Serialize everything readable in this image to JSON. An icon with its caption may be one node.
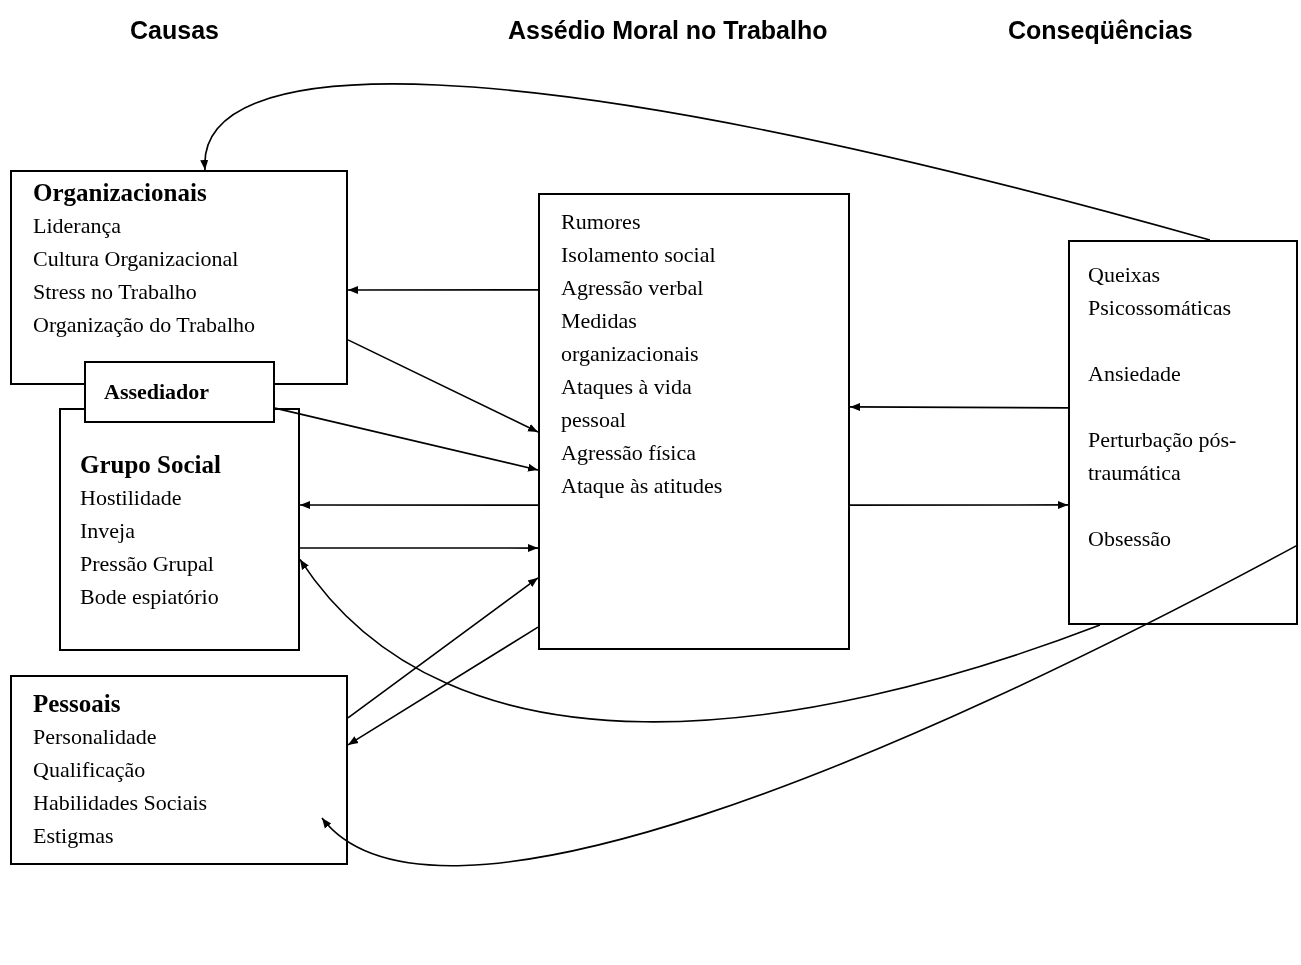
{
  "diagram": {
    "nodes": [
      {
        "text": [
          "Organizacionais",
          "Liderança",
          "Cultura Organizacional",
          "Stress no Trabalho",
          "Organização do Trabalho"
        ]
      },
      {
        "text": [
          "Assediador"
        ]
      },
      {
        "text": [
          "Grupo Social",
          "Hostilidade",
          "Inveja",
          "Pressão Grupal",
          "Bode espiatório"
        ]
      },
      {
        "text": [
          "Pessoais",
          "Personalidade",
          "Qualificação",
          "Habilidades Sociais",
          "Estigmas"
        ]
      },
      {
        "text": [
          "Rumores",
          "Isolamento social",
          "Agressão verbal",
          "Medidas organizacionais",
          "Ataques à vida pessoal",
          "Agressão física",
          "Ataque às atitudes"
        ]
      },
      {
        "text": [
          "Queixas Psicossomáticas",
          "Ansiedade",
          "Perturbação pós-traumática",
          "Obsessão"
        ]
      }
    ],
    "edges": [
      {
        "from": 4,
        "to": 0,
        "arrow": "to"
      },
      {
        "from": 0,
        "to": 4,
        "arrow": "to"
      },
      {
        "from": 1,
        "to": 4,
        "arrow": "to"
      },
      {
        "from": 4,
        "to": 2,
        "arrow": "to"
      },
      {
        "from": 2,
        "to": 4,
        "arrow": "to"
      },
      {
        "from": 3,
        "to": 4,
        "arrow": "to"
      },
      {
        "from": 4,
        "to": 3,
        "arrow": "to"
      },
      {
        "from": 5,
        "to": 4,
        "arrow": "to"
      },
      {
        "from": 4,
        "to": 5,
        "arrow": "to"
      },
      {
        "from": 5,
        "to": 0,
        "arrow": "to"
      },
      {
        "from": 5,
        "to": 2,
        "arrow": "to"
      },
      {
        "from": 5,
        "to": 3,
        "arrow": "to"
      }
    ],
    "labels": [
      "Causas",
      "Assédio Moral no Trabalho",
      "Conseqüências"
    ]
  }
}
